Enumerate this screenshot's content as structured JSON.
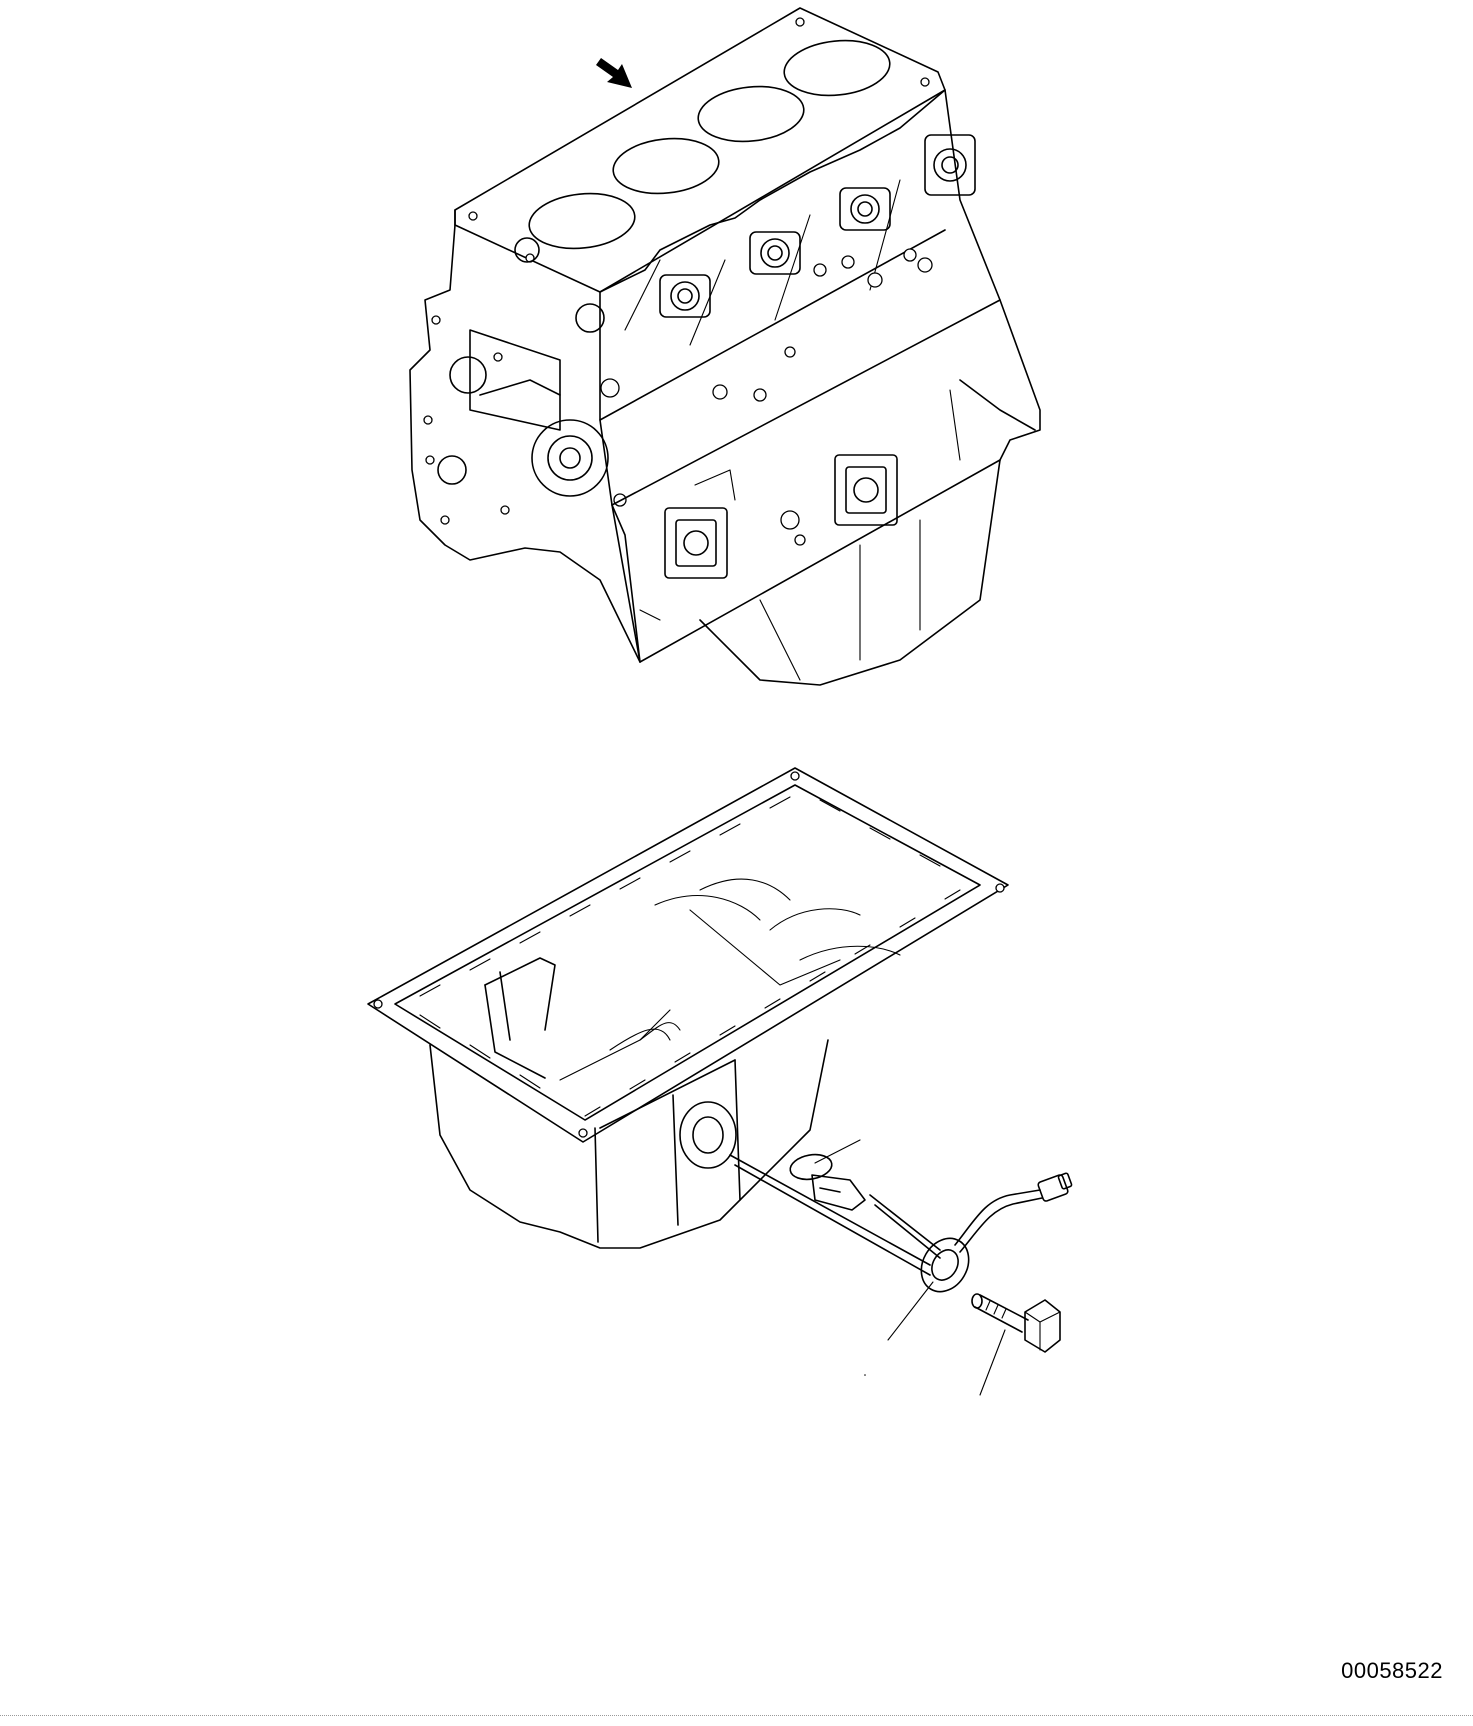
{
  "drawing": {
    "number": "00058522"
  },
  "parts": {
    "upper": "cylinder-block",
    "lower": "oil-pan",
    "sensor": "oil-level-sensor",
    "fastener": "bolt",
    "seal": "o-ring",
    "indicator": "direction-arrow"
  },
  "colors": {
    "line": "#000000",
    "background": "#ffffff"
  }
}
